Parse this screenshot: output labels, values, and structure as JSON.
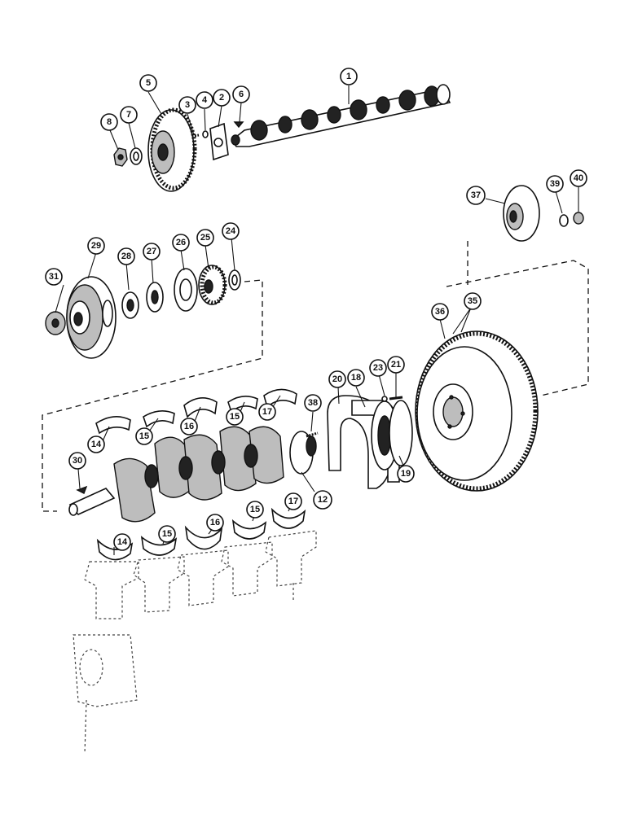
{
  "callouts": [
    {
      "id": "c1",
      "label": "1"
    },
    {
      "id": "c2",
      "label": "2"
    },
    {
      "id": "c3",
      "label": "3"
    },
    {
      "id": "c4",
      "label": "4"
    },
    {
      "id": "c5",
      "label": "5"
    },
    {
      "id": "c6",
      "label": "6"
    },
    {
      "id": "c7",
      "label": "7"
    },
    {
      "id": "c8",
      "label": "8"
    },
    {
      "id": "c12",
      "label": "12"
    },
    {
      "id": "c14a",
      "label": "14"
    },
    {
      "id": "c14b",
      "label": "14"
    },
    {
      "id": "c15a",
      "label": "15"
    },
    {
      "id": "c15b",
      "label": "15"
    },
    {
      "id": "c15c",
      "label": "15"
    },
    {
      "id": "c15d",
      "label": "15"
    },
    {
      "id": "c16a",
      "label": "16"
    },
    {
      "id": "c16b",
      "label": "16"
    },
    {
      "id": "c17a",
      "label": "17"
    },
    {
      "id": "c17b",
      "label": "17"
    },
    {
      "id": "c18",
      "label": "18"
    },
    {
      "id": "c19",
      "label": "19"
    },
    {
      "id": "c20",
      "label": "20"
    },
    {
      "id": "c21",
      "label": "21"
    },
    {
      "id": "c23",
      "label": "23"
    },
    {
      "id": "c24",
      "label": "24"
    },
    {
      "id": "c25",
      "label": "25"
    },
    {
      "id": "c26",
      "label": "26"
    },
    {
      "id": "c27",
      "label": "27"
    },
    {
      "id": "c28",
      "label": "28"
    },
    {
      "id": "c29",
      "label": "29"
    },
    {
      "id": "c30",
      "label": "30"
    },
    {
      "id": "c31",
      "label": "31"
    },
    {
      "id": "c35",
      "label": "35"
    },
    {
      "id": "c36",
      "label": "36"
    },
    {
      "id": "c37",
      "label": "37"
    },
    {
      "id": "c38",
      "label": "38"
    },
    {
      "id": "c39",
      "label": "39"
    },
    {
      "id": "c40",
      "label": "40"
    }
  ]
}
